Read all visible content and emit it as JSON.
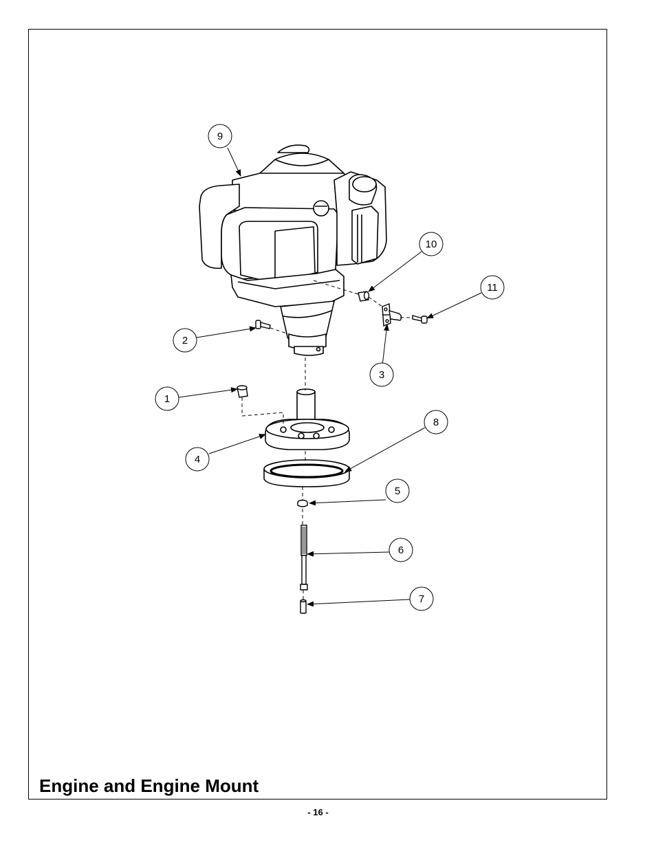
{
  "page": {
    "title": "Engine and Engine Mount",
    "page_number": "- 16 -"
  },
  "callouts": [
    {
      "label": "1"
    },
    {
      "label": "2"
    },
    {
      "label": "3"
    },
    {
      "label": "4"
    },
    {
      "label": "5"
    },
    {
      "label": "6"
    },
    {
      "label": "7"
    },
    {
      "label": "8"
    },
    {
      "label": "9"
    },
    {
      "label": "10"
    },
    {
      "label": "11"
    }
  ],
  "colors": {
    "line": "#000000",
    "part_fill": "#ffffff",
    "shadow": "#333333"
  }
}
